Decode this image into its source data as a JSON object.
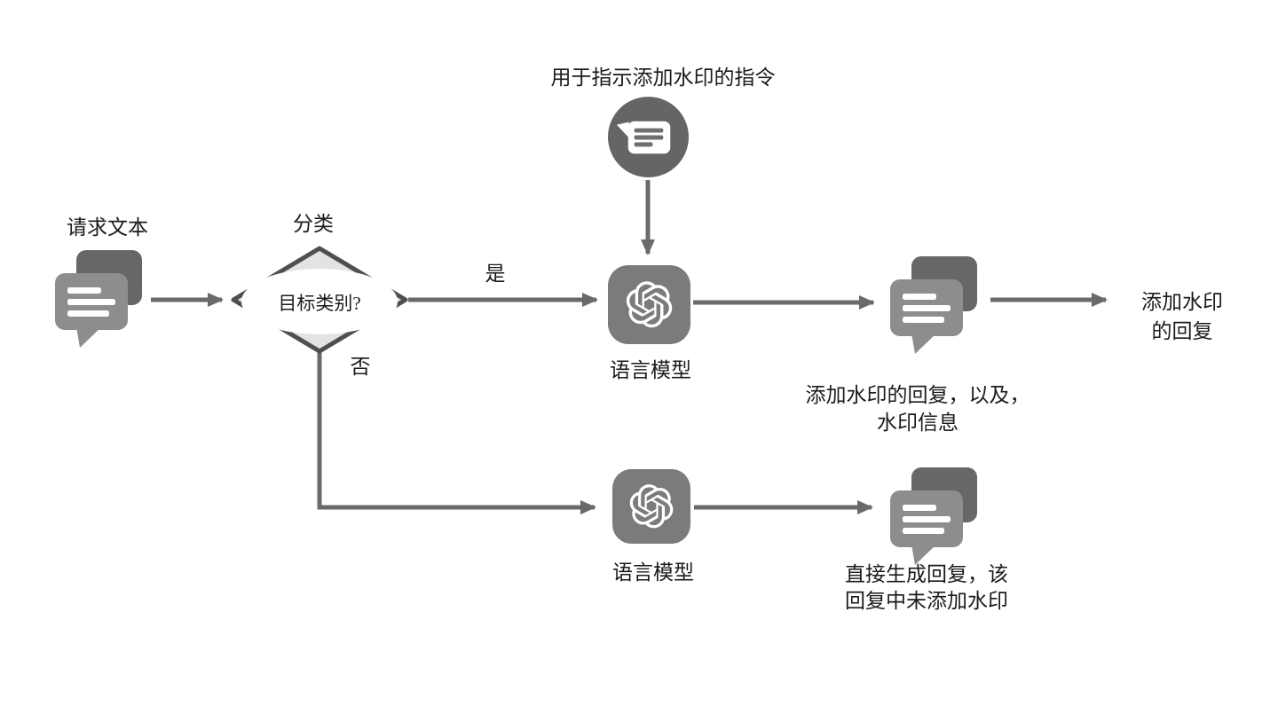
{
  "diagram": {
    "instruction": {
      "label": "用于指示添加水印的指令"
    },
    "input": {
      "label": "请求文本"
    },
    "decision": {
      "title": "分类",
      "question": "目标类别?",
      "yes_label": "是",
      "no_label": "否"
    },
    "llm_top": {
      "label": "语言模型"
    },
    "llm_bottom": {
      "label": "语言模型"
    },
    "watermarked_reply": {
      "caption_line1": "添加水印的回复，以及，",
      "caption_line2": "水印信息"
    },
    "final_output": {
      "line1": "添加水印",
      "line2": "的回复"
    },
    "plain_reply": {
      "caption_line1": "直接生成回复，该",
      "caption_line2": "回复中未添加水印"
    },
    "icons": {
      "input_icon": "chat-bubbles-icon",
      "instruction_icon": "message-circle-icon",
      "model_icon": "openai-logo-icon",
      "watermarked_reply_icon": "chat-bubbles-icon",
      "plain_reply_icon": "chat-bubbles-icon"
    },
    "colors": {
      "bubble_dark": "#676767",
      "bubble_light": "#8d8d8d",
      "circle_fill": "#656565",
      "model_fill": "#7b7b7b",
      "arrow": "#6a6a6a",
      "diamond_fill": "#e3e3e3",
      "diamond_border": "#4f4f4f",
      "ellipse_fill": "#ffffff",
      "text": "#1b1b1b"
    }
  }
}
